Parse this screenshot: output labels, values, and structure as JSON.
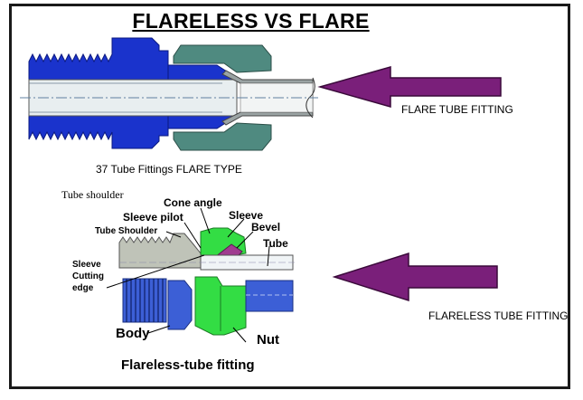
{
  "title": "FLARELESS VS FLARE",
  "flare": {
    "caption": "37 Tube Fittings FLARE TYPE",
    "arrow_label": "FLARE TUBE FITTING"
  },
  "flareless": {
    "labels": {
      "tube_shoulder_serif": "Tube shoulder",
      "cone_angle": "Cone angle",
      "sleeve_pilot": "Sleeve pilot",
      "sleeve": "Sleeve",
      "bevel": "Bevel",
      "tube_shoulder": "Tube Shoulder",
      "tube": "Tube",
      "sleeve_cutting_edge_1": "Sleeve",
      "sleeve_cutting_edge_2": "Cutting",
      "sleeve_cutting_edge_3": "edge",
      "body": "Body",
      "nut": "Nut"
    },
    "caption": "Flareless-tube fitting",
    "arrow_label": "FLARELESS TUBE FITTING"
  },
  "colors": {
    "body_blue": "#1a33cc",
    "nut_teal": "#4f8a80",
    "sleeve_green": "#33dd44",
    "arrow_purple": "#7a1f7a",
    "tube_light": "#e8eef0",
    "gray_body": "#bfc3b8",
    "blue_parts": "#3c5fd6"
  }
}
